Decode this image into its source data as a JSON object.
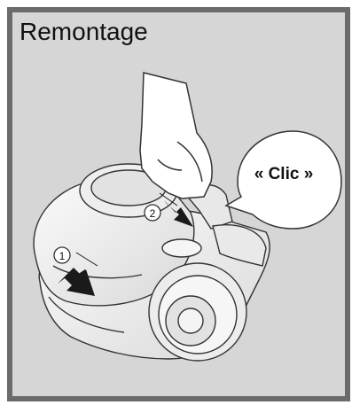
{
  "page": {
    "title": "Remontage",
    "callout": "« Clic »",
    "step1": "①",
    "step2": "②"
  },
  "colors": {
    "background": "#d6d6d6",
    "frame": "#6b6b6b",
    "line": "#333333",
    "fill": "#f2f2f2"
  }
}
